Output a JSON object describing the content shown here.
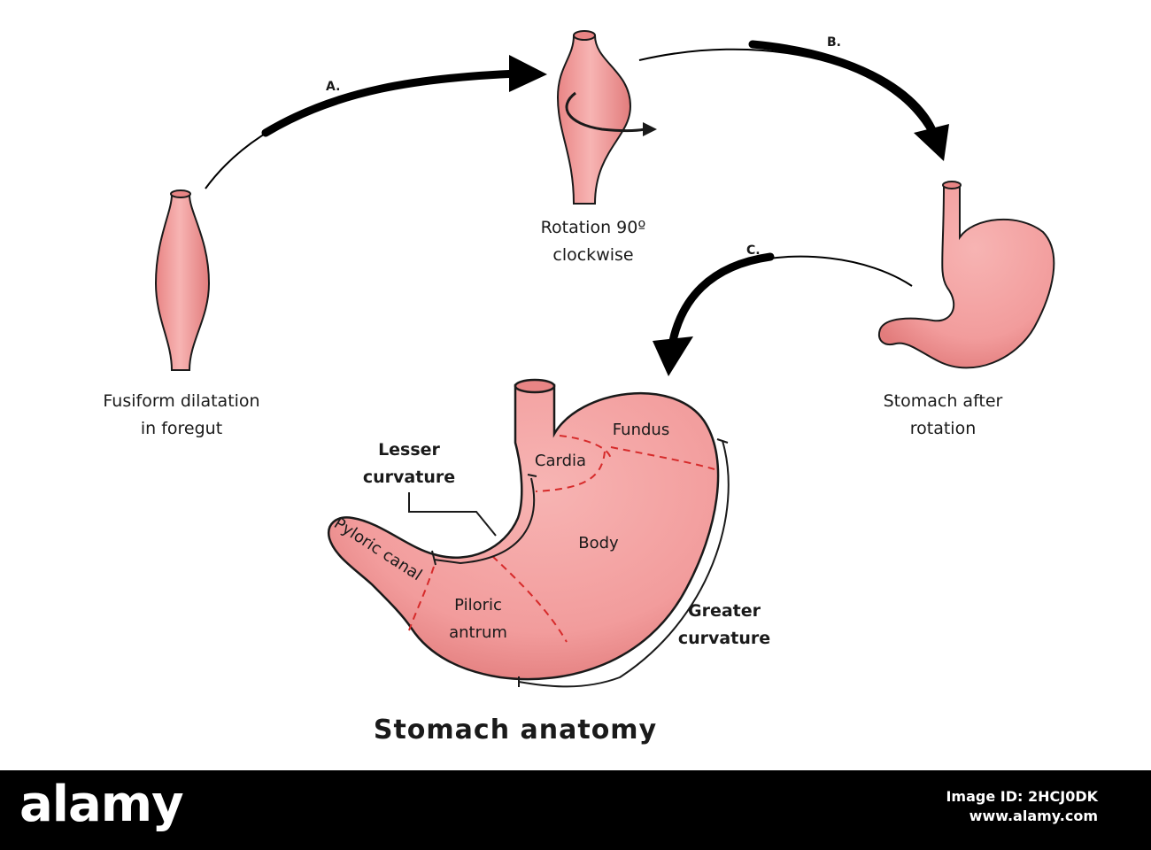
{
  "colors": {
    "stomach_fill": "#f29c9c",
    "stomach_light": "#f7b4b3",
    "outline": "#1a1a1a",
    "region_dash": "#d62a2a",
    "arrow": "#000000",
    "footer_bg": "#000000"
  },
  "steps": {
    "a": {
      "marker": "A."
    },
    "b": {
      "marker": "B."
    },
    "c": {
      "marker": "C."
    }
  },
  "captions": {
    "foregut_line1": "Fusiform dilatation",
    "foregut_line2": "in foregut",
    "rotation_line1": "Rotation 90º",
    "rotation_line2": "clockwise",
    "after_line1": "Stomach after",
    "after_line2": "rotation"
  },
  "regions": {
    "fundus": "Fundus",
    "cardia": "Cardia",
    "body": "Body",
    "pyloric_canal": "Pyloric canal",
    "antrum_line1": "Piloric",
    "antrum_line2": "antrum"
  },
  "curvatures": {
    "lesser_line1": "Lesser",
    "lesser_line2": "curvature",
    "greater_line1": "Greater",
    "greater_line2": "curvature"
  },
  "title": "Stomach anatomy",
  "watermark": {
    "brand": "alamy",
    "id_line1": "Image ID: 2HCJ0DK",
    "id_line2": "www.alamy.com"
  }
}
